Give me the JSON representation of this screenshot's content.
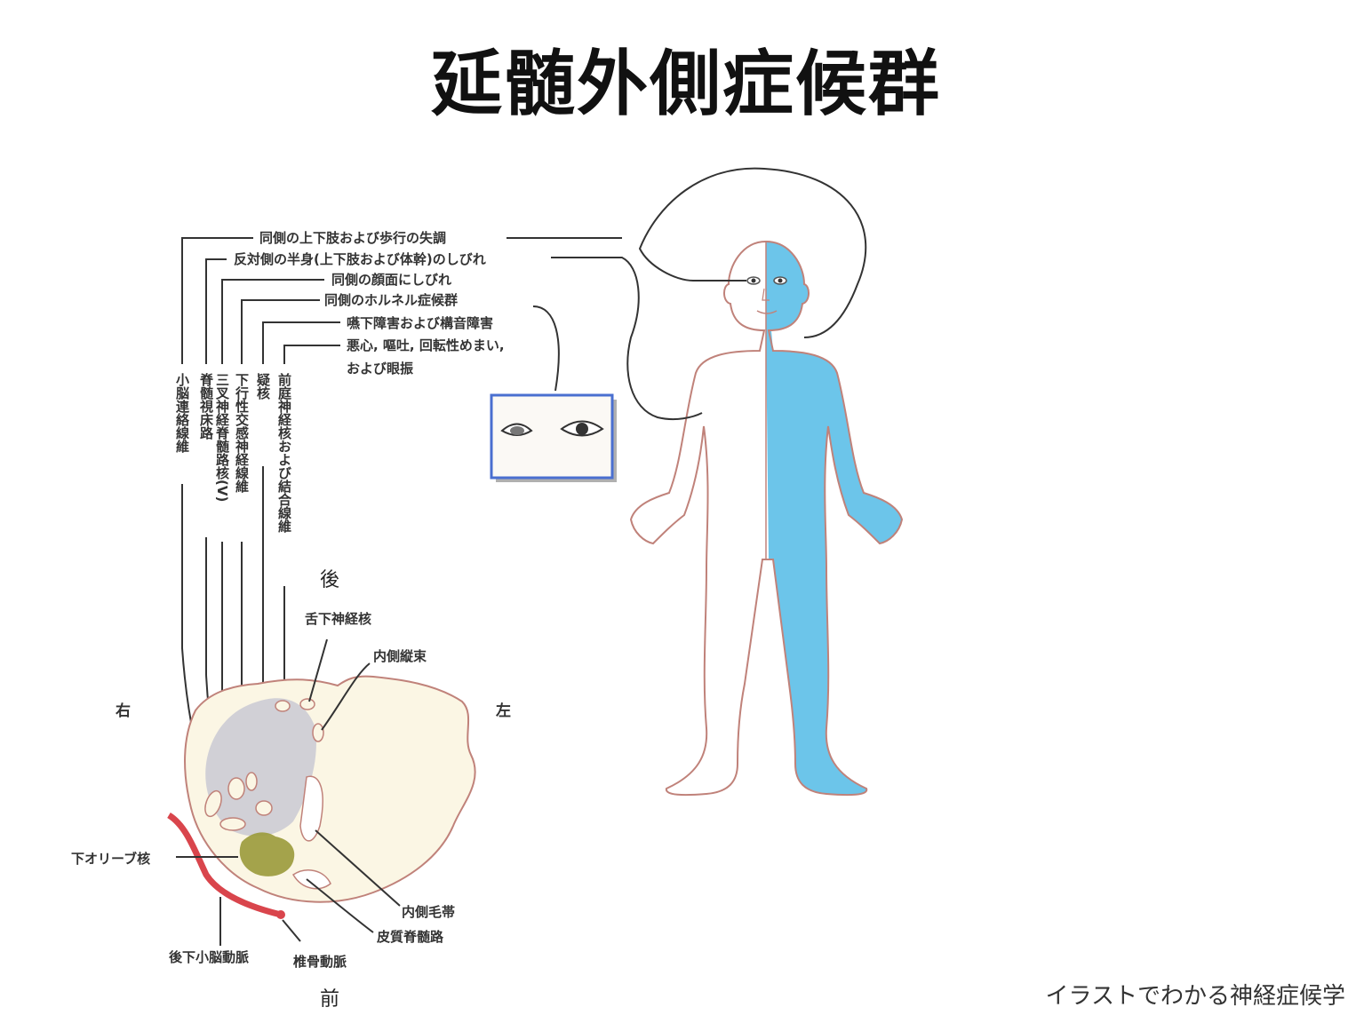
{
  "title": "延髄外側症候群",
  "credit": "イラストでわかる神経症候学",
  "symptoms": [
    "同側の上下肢および歩行の失調",
    "反対側の半身(上下肢および体幹)のしびれ",
    "同側の顔面にしびれ",
    "同側のホルネル症候群",
    "嚥下障害および構音障害",
    "悪心, 嘔吐, 回転性めまい,",
    "および眼振"
  ],
  "tracts": [
    "小脳連絡線維",
    "脊髄視床路",
    "三叉神経脊髄路核(V)",
    "下行性交感神経線維",
    "疑核",
    "前庭神経核および結合線維"
  ],
  "orientation": {
    "posterior": "後",
    "anterior": "前",
    "right": "右",
    "left": "左"
  },
  "structures": {
    "hypoglossal": "舌下神経核",
    "mlf": "内側縦束",
    "inferior_olive": "下オリーブ核",
    "medial_lemniscus": "内側毛帯",
    "corticospinal": "皮質脊髄路",
    "pica": "後下小脳動脈",
    "vertebral": "椎骨動脈"
  },
  "colors": {
    "affected_skin": "#6cc5ea",
    "body_outline": "#c0827a",
    "lesion": "#c9c9d4",
    "medulla": "#fbf6e4",
    "olive": "#9a9a3a",
    "artery": "#d9454c",
    "inset_border": "#4a6fd0"
  }
}
